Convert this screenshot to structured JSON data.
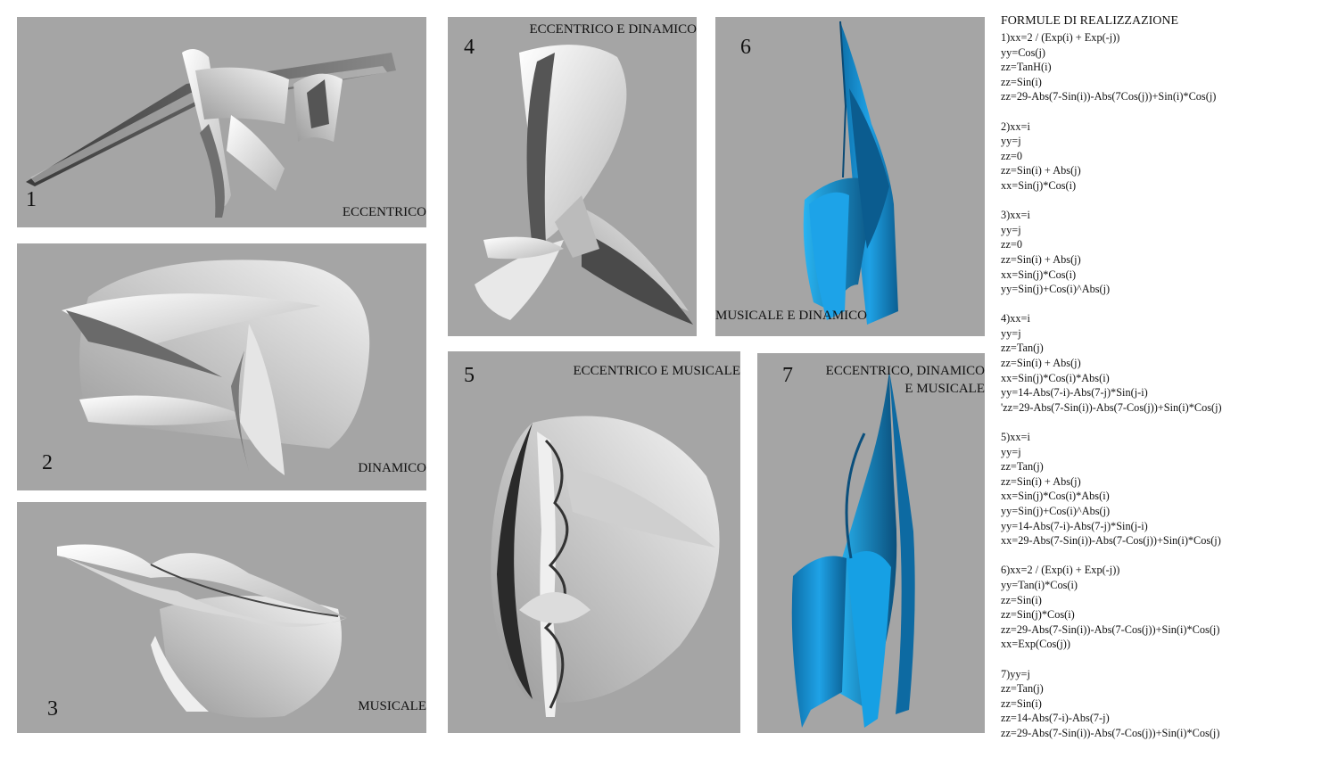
{
  "panels": [
    {
      "num": "1",
      "label": "ECCENTRICO"
    },
    {
      "num": "2",
      "label": "DINAMICO"
    },
    {
      "num": "3",
      "label": "MUSICALE"
    },
    {
      "num": "4",
      "label": "ECCENTRICO E DINAMICO"
    },
    {
      "num": "5",
      "label": "ECCENTRICO E MUSICALE"
    },
    {
      "num": "6",
      "label": "MUSICALE E DINAMICO"
    },
    {
      "num": "7",
      "label_line1": "ECCENTRICO, DINAMICO",
      "label_line2": "E MUSICALE"
    }
  ],
  "colors": {
    "panel_bg": "#a5a5a5",
    "blue_sculpture": "#1a96d6"
  },
  "formulas": {
    "title": "FORMULE DI REALIZZAZIONE",
    "lines": [
      "1)xx=2 / (Exp(i) + Exp(-j))",
      "yy=Cos(j)",
      "zz=TanH(i)",
      "zz=Sin(i)",
      "zz=29-Abs(7-Sin(i))-Abs(7Cos(j))+Sin(i)*Cos(j)",
      "",
      "2)xx=i",
      "yy=j",
      "zz=0",
      "zz=Sin(i) + Abs(j)",
      "xx=Sin(j)*Cos(i)",
      "",
      "3)xx=i",
      "yy=j",
      "zz=0",
      "zz=Sin(i) + Abs(j)",
      "xx=Sin(j)*Cos(i)",
      "yy=Sin(j)+Cos(i)^Abs(j)",
      "",
      "4)xx=i",
      "yy=j",
      "zz=Tan(j)",
      "zz=Sin(i) + Abs(j)",
      "xx=Sin(j)*Cos(i)*Abs(i)",
      "yy=14-Abs(7-i)-Abs(7-j)*Sin(j-i)",
      "'zz=29-Abs(7-Sin(i))-Abs(7-Cos(j))+Sin(i)*Cos(j)",
      "",
      "5)xx=i",
      "yy=j",
      "zz=Tan(j)",
      "zz=Sin(i) + Abs(j)",
      "xx=Sin(j)*Cos(i)*Abs(i)",
      "yy=Sin(j)+Cos(i)^Abs(j)",
      "yy=14-Abs(7-i)-Abs(7-j)*Sin(j-i)",
      "xx=29-Abs(7-Sin(i))-Abs(7-Cos(j))+Sin(i)*Cos(j)",
      "",
      "6)xx=2 / (Exp(i) + Exp(-j))",
      "yy=Tan(i)*Cos(i)",
      "zz=Sin(i)",
      "zz=Sin(j)*Cos(i)",
      "zz=29-Abs(7-Sin(i))-Abs(7-Cos(j))+Sin(i)*Cos(j)",
      "xx=Exp(Cos(j))",
      "",
      "7)yy=j",
      "zz=Tan(j)",
      "zz=Sin(i)",
      "zz=14-Abs(7-i)-Abs(7-j)",
      "zz=29-Abs(7-Sin(i))-Abs(7-Cos(j))+Sin(i)*Cos(j)"
    ]
  }
}
